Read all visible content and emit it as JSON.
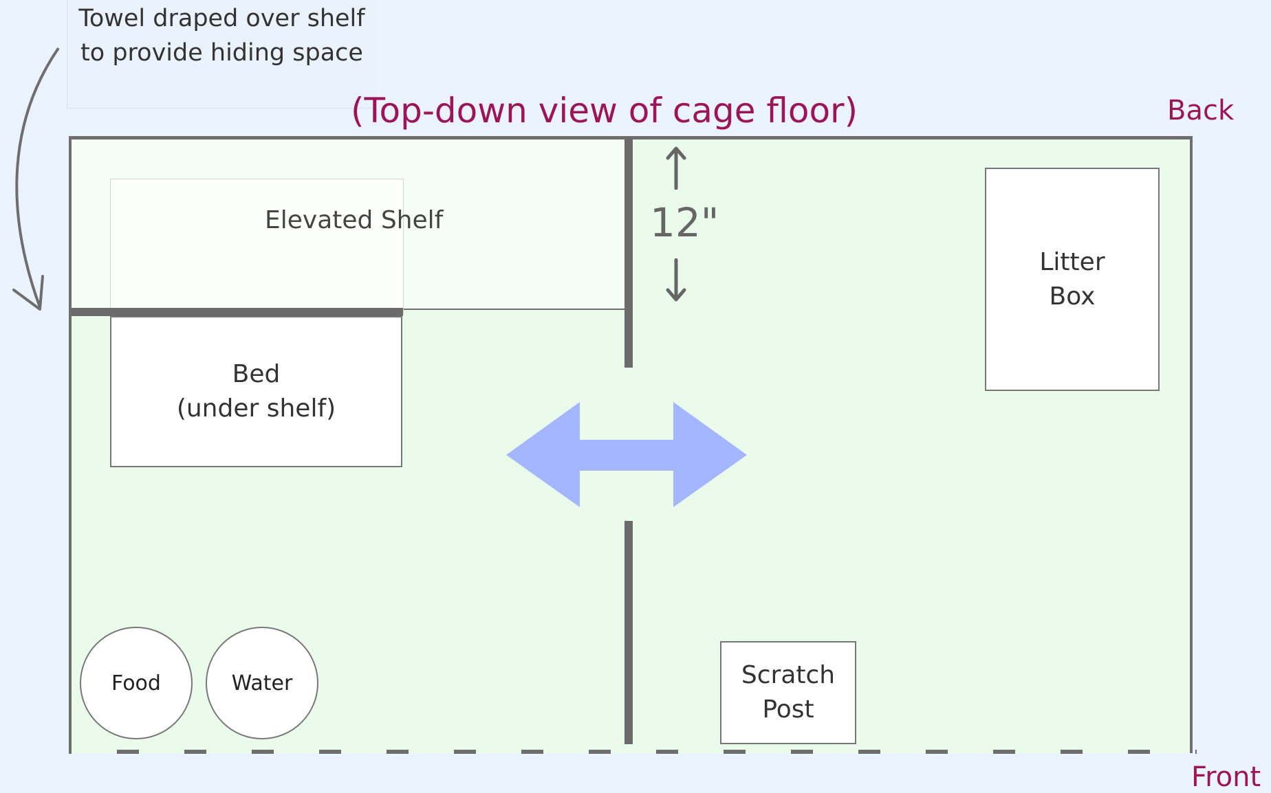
{
  "diagram": {
    "title": "(Top-down view of cage floor)",
    "orientation": {
      "back": "Back",
      "front": "Front"
    },
    "annotation": {
      "line1": "Towel draped over shelf",
      "line2": "to provide hiding space"
    },
    "shelf_label": "Elevated Shelf",
    "bed": {
      "line1": "Bed",
      "line2": "(under shelf)"
    },
    "litter_box": {
      "line1": "Litter",
      "line2": "Box"
    },
    "scratch_post": {
      "line1": "Scratch",
      "line2": "Post"
    },
    "bowls": {
      "food": "Food",
      "water": "Water"
    },
    "divider_gap": "12\"",
    "colors": {
      "title": "#9b1558",
      "floor": "#ebfbeb",
      "background": "#eaf3fe",
      "walls": "#6e6e6e",
      "double_arrow": "#a3b6ff"
    },
    "icons": {
      "towel_arrow": "curved-arrow-icon",
      "gap_up": "arrow-up-icon",
      "gap_down": "arrow-down-icon",
      "passage": "double-arrow-icon"
    }
  }
}
